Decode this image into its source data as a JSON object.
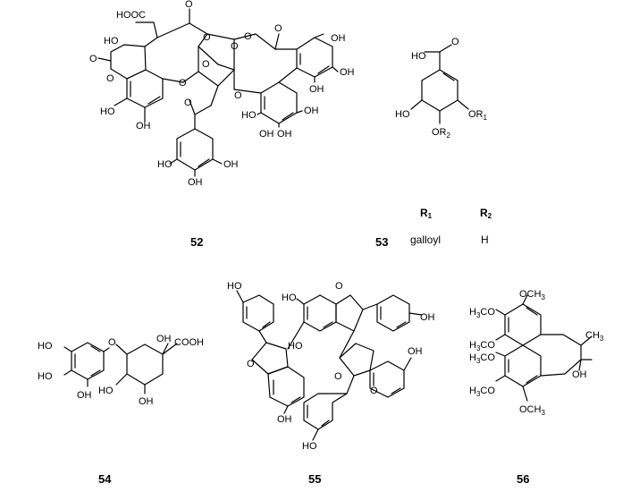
{
  "compounds": [
    {
      "number": "52",
      "atoms": [
        "HOOC",
        "O",
        "HO",
        "O",
        "O",
        "O",
        "O",
        "O",
        "HO",
        "OH",
        "O",
        "O",
        "O",
        "O",
        "OH",
        "OH",
        "OH",
        "OH",
        "HO",
        "OH",
        "OH",
        "O",
        "HO",
        "OH",
        "OH"
      ]
    },
    {
      "number": "53",
      "atoms": [
        "HO",
        "O",
        "HO",
        "OR",
        "OR"
      ],
      "table": {
        "headers": [
          {
            "main": "R",
            "sub": "1"
          },
          {
            "main": "R",
            "sub": "2"
          }
        ],
        "row": [
          "galloyl",
          "H"
        ]
      }
    },
    {
      "number": "54",
      "atoms": [
        "HO",
        "HO",
        "OH",
        "O",
        "OH",
        "COOH",
        "HO",
        "OH"
      ]
    },
    {
      "number": "55",
      "atoms": [
        "HO",
        "HO",
        "O",
        "OH",
        "O",
        "OH",
        "O",
        "OH",
        "O",
        "HO",
        "HO"
      ]
    },
    {
      "number": "56",
      "atoms": [
        "OCH",
        "H",
        "CO",
        "CH",
        "H",
        "CO",
        "H",
        "CO",
        "OH",
        "H",
        "CO",
        "OCH"
      ]
    }
  ]
}
